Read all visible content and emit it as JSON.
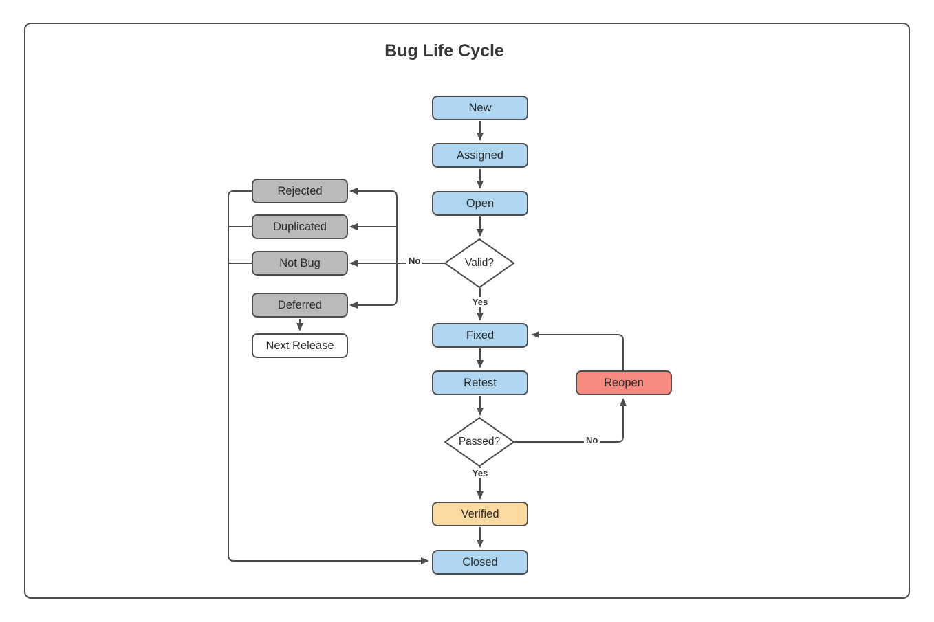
{
  "title": "Bug Life Cycle",
  "colors": {
    "node_blue": "#AED6F0",
    "node_gray": "#BABABA",
    "node_salmon": "#F8897E",
    "node_peach": "#FBD9A2",
    "node_white": "#FFFFFF",
    "border": "#4D4D4D",
    "line": "#4D4D4D",
    "text": "#2D2D2D"
  },
  "nodes": {
    "new": {
      "label": "New",
      "fill": "node_blue"
    },
    "assigned": {
      "label": "Assigned",
      "fill": "node_blue"
    },
    "open": {
      "label": "Open",
      "fill": "node_blue"
    },
    "valid": {
      "label": "Valid?",
      "fill": "node_white"
    },
    "fixed": {
      "label": "Fixed",
      "fill": "node_blue"
    },
    "retest": {
      "label": "Retest",
      "fill": "node_blue"
    },
    "passed": {
      "label": "Passed?",
      "fill": "node_white"
    },
    "verified": {
      "label": "Verified",
      "fill": "node_peach"
    },
    "closed": {
      "label": "Closed",
      "fill": "node_blue"
    },
    "rejected": {
      "label": "Rejected",
      "fill": "node_gray"
    },
    "duplicated": {
      "label": "Duplicated",
      "fill": "node_gray"
    },
    "not_bug": {
      "label": "Not Bug",
      "fill": "node_gray"
    },
    "deferred": {
      "label": "Deferred",
      "fill": "node_gray"
    },
    "next_release": {
      "label": "Next Release",
      "fill": "node_white"
    },
    "reopen": {
      "label": "Reopen",
      "fill": "node_salmon"
    }
  },
  "edge_labels": {
    "valid_no": "No",
    "valid_yes": "Yes",
    "passed_no": "No",
    "passed_yes": "Yes"
  }
}
